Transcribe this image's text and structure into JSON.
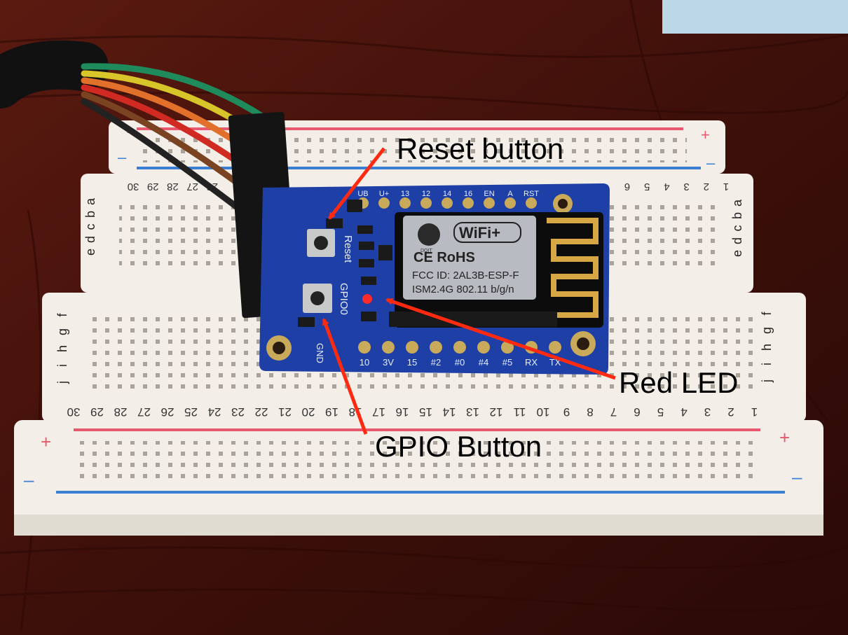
{
  "annotations": {
    "reset": "Reset button",
    "red_led": "Red LED",
    "gpio": "GPIO Button"
  },
  "module": {
    "brand": "WiFi+",
    "marks": "CE RoHS",
    "fcc": "FCC ID: 2AL3B-ESP-F",
    "ism": "ISM2.4G  802.11 b/g/n",
    "doit": "DOIT"
  },
  "pcb": {
    "reset_silk": "Reset",
    "gpio_silk": "GPIO0",
    "gnd_silk": "GND",
    "top_pins": [
      "UB",
      "U+",
      "13",
      "12",
      "14",
      "16",
      "EN",
      "A",
      "RST"
    ],
    "bottom_pins": [
      "10",
      "3V",
      "15",
      "#2",
      "#0",
      "#4",
      "#5",
      "RX",
      "TX"
    ]
  },
  "breadboard": {
    "top_numbers": [
      "30",
      "29",
      "28",
      "27",
      "26",
      "",
      "",
      "",
      "",
      "",
      "",
      "",
      "",
      "",
      "",
      "",
      "",
      "",
      "",
      "",
      "",
      "",
      "",
      "",
      "",
      "6",
      "5",
      "4",
      "3",
      "2",
      "1"
    ],
    "bottom_numbers": [
      "30",
      "29",
      "28",
      "27",
      "26",
      "25",
      "24",
      "23",
      "22",
      "21",
      "20",
      "19",
      "18",
      "17",
      "16",
      "15",
      "14",
      "13",
      "12",
      "11",
      "10",
      "9",
      "8",
      "7",
      "6",
      "5",
      "4",
      "3",
      "2",
      "1"
    ],
    "rows_upper": [
      "a",
      "b",
      "c",
      "d",
      "e"
    ],
    "rows_lower": [
      "f",
      "g",
      "h",
      "i",
      "j"
    ],
    "plus": "+",
    "minus": "–"
  },
  "colors": {
    "table": "#4a140d",
    "breadboard": "#f3efe8",
    "pcb": "#1d3fa6",
    "rail_red": "#e8586f",
    "rail_blue": "#3b7fd4",
    "arrow": "#ff2a10"
  }
}
